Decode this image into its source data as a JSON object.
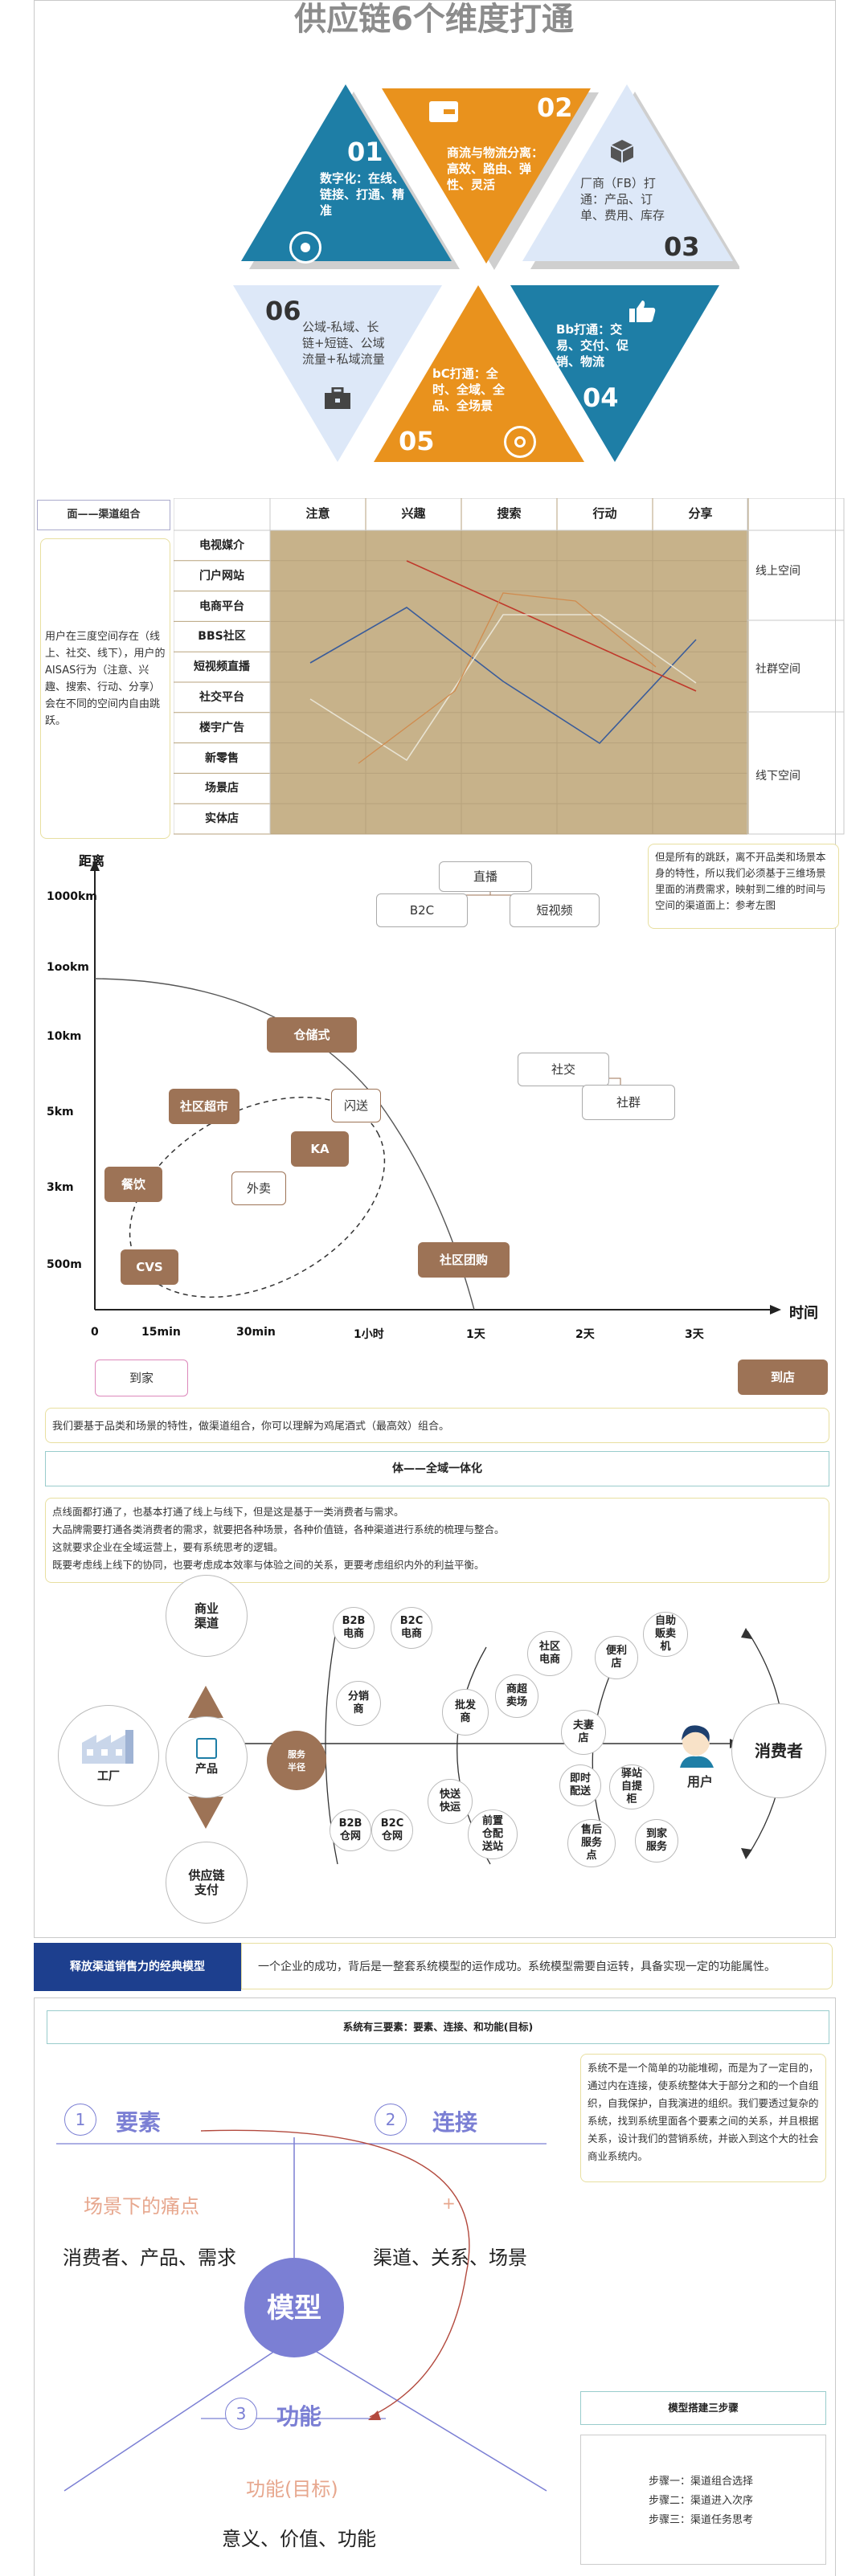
{
  "title": "供应链6个维度打通",
  "triangles": [
    {
      "num": "01",
      "text": "数字化：在线、链接、打通、精准"
    },
    {
      "num": "02",
      "text": "商流与物流分离：高效、路由、弹性、灵活"
    },
    {
      "num": "03",
      "text": "厂商（FB）打通：产品、订单、费用、库存"
    },
    {
      "num": "04",
      "text": "Bb打通：交易、交付、促销、物流"
    },
    {
      "num": "05",
      "text": "bC打通：全时、全域、全品、全场景"
    },
    {
      "num": "06",
      "text": "公域-私域、长链+短链、公域流量+私域流量"
    }
  ],
  "matrix": {
    "header_left": "面——渠道组合",
    "columns": [
      "注意",
      "兴趣",
      "搜索",
      "行动",
      "分享"
    ],
    "rows": [
      "电视媒介",
      "门户网站",
      "电商平台",
      "BBS社区",
      "短视频直播",
      "社交平台",
      "楼宇广告",
      "新零售",
      "场景店",
      "实体店"
    ],
    "side_note": "用户在三度空间存在（线上、社交、线下），用户的AISAS行为（注意、兴趣、搜索、行动、分享）会在不同的空间内自由跳跃。",
    "right_labels": [
      "线上空间",
      "社群空间",
      "线下空间"
    ]
  },
  "distance_chart": {
    "y_title": "距离",
    "x_title": "时间",
    "y_ticks": [
      "1000km",
      "1ookm",
      "10km",
      "5km",
      "3km",
      "500m"
    ],
    "x_ticks": [
      "0",
      "15min",
      "30min",
      "1小时",
      "1天",
      "2天",
      "3天"
    ],
    "brown_boxes": [
      "仓储式",
      "社区超市",
      "KA",
      "餐饮",
      "CVS",
      "社区团购"
    ],
    "white_boxes": [
      "闪送",
      "外卖",
      "直播",
      "B2C",
      "短视频",
      "社交",
      "社群"
    ],
    "note": "但是所有的跳跃，离不开品类和场景本身的特性，所以我们必须基于三维场景里面的消费需求，映射到二维的时间与空间的渠道面上：参考左图",
    "to_home": "到家",
    "to_store": "到店"
  },
  "summary_line": "我们要基于品类和场景的特性，做渠道组合，你可以理解为鸡尾酒式（最高效）组合。",
  "body_header": "体——全域一体化",
  "body_note": [
    "点线面都打通了，也基本打通了线上与线下，但是这是基于一类消费者与需求。",
    "大品牌需要打通各类消费者的需求，就要把各种场景，各种价值链，各种渠道进行系统的梳理与整合。",
    "这就要求企业在全域运营上，要有系统思考的逻辑。",
    "既要考虑线上线下的协同，也要考虑成本效率与体验之间的关系，更要考虑组织内外的利益平衡。"
  ],
  "network": {
    "factory": "工厂",
    "product": "产品",
    "business_channel": "商业渠道",
    "supply_payment": "供应链支付",
    "service_support": "服务半径",
    "consumer": "消费者",
    "user": "用户",
    "nodes": [
      "B2B电商",
      "B2C电商",
      "分销商",
      "批发商",
      "商超卖场",
      "社区电商",
      "便利店",
      "自助贩卖机",
      "夫妻店",
      "B2B仓网",
      "B2C仓网",
      "快送快运",
      "前置仓配送站",
      "即时配送",
      "驿站自提柜",
      "售后服务点",
      "到家服务"
    ]
  },
  "model_banner": {
    "left": "释放渠道销售力的经典模型",
    "right": "一个企业的成功，背后是一整套系统模型的运作成功。系统模型需要自运转，具备实现一定的功能属性。"
  },
  "model": {
    "header": "系统有三要素：要素、连接、和功能(目标)",
    "note": "系统不是一个简单的功能堆砌，而是为了一定目的，通过内在连接，使系统整体大于部分之和的一个自组织，自我保护，自我演进的组织。我们要透过复杂的系统，找到系统里面各个要素之间的关系，并且根据关系，设计我们的营销系统，并嵌入到这个大的社会商业系统内。",
    "el1_num": "1",
    "el1_title": "要素",
    "el1_sub": "场景下的痛点",
    "el1_items": "消费者、产品、需求",
    "el2_num": "2",
    "el2_title": "连接",
    "el2_items": "渠道、关系、场景",
    "el3_num": "3",
    "el3_title": "功能",
    "el3_sub": "功能(目标)",
    "el3_items": "意义、价值、功能",
    "center": "模型",
    "plus": "+",
    "steps_title": "模型搭建三步骤",
    "steps": [
      "步骤一：渠道组合选择",
      "步骤二：渠道进入次序",
      "步骤三：渠道任务思考"
    ]
  },
  "colors": {
    "blue": "#1e7ea6",
    "orange": "#e9921d",
    "light": "#dde8f8",
    "brown": "#9d7356",
    "tan": "#c7b28a",
    "navy": "#1d3f8e",
    "purple": "#7b7fd4"
  }
}
